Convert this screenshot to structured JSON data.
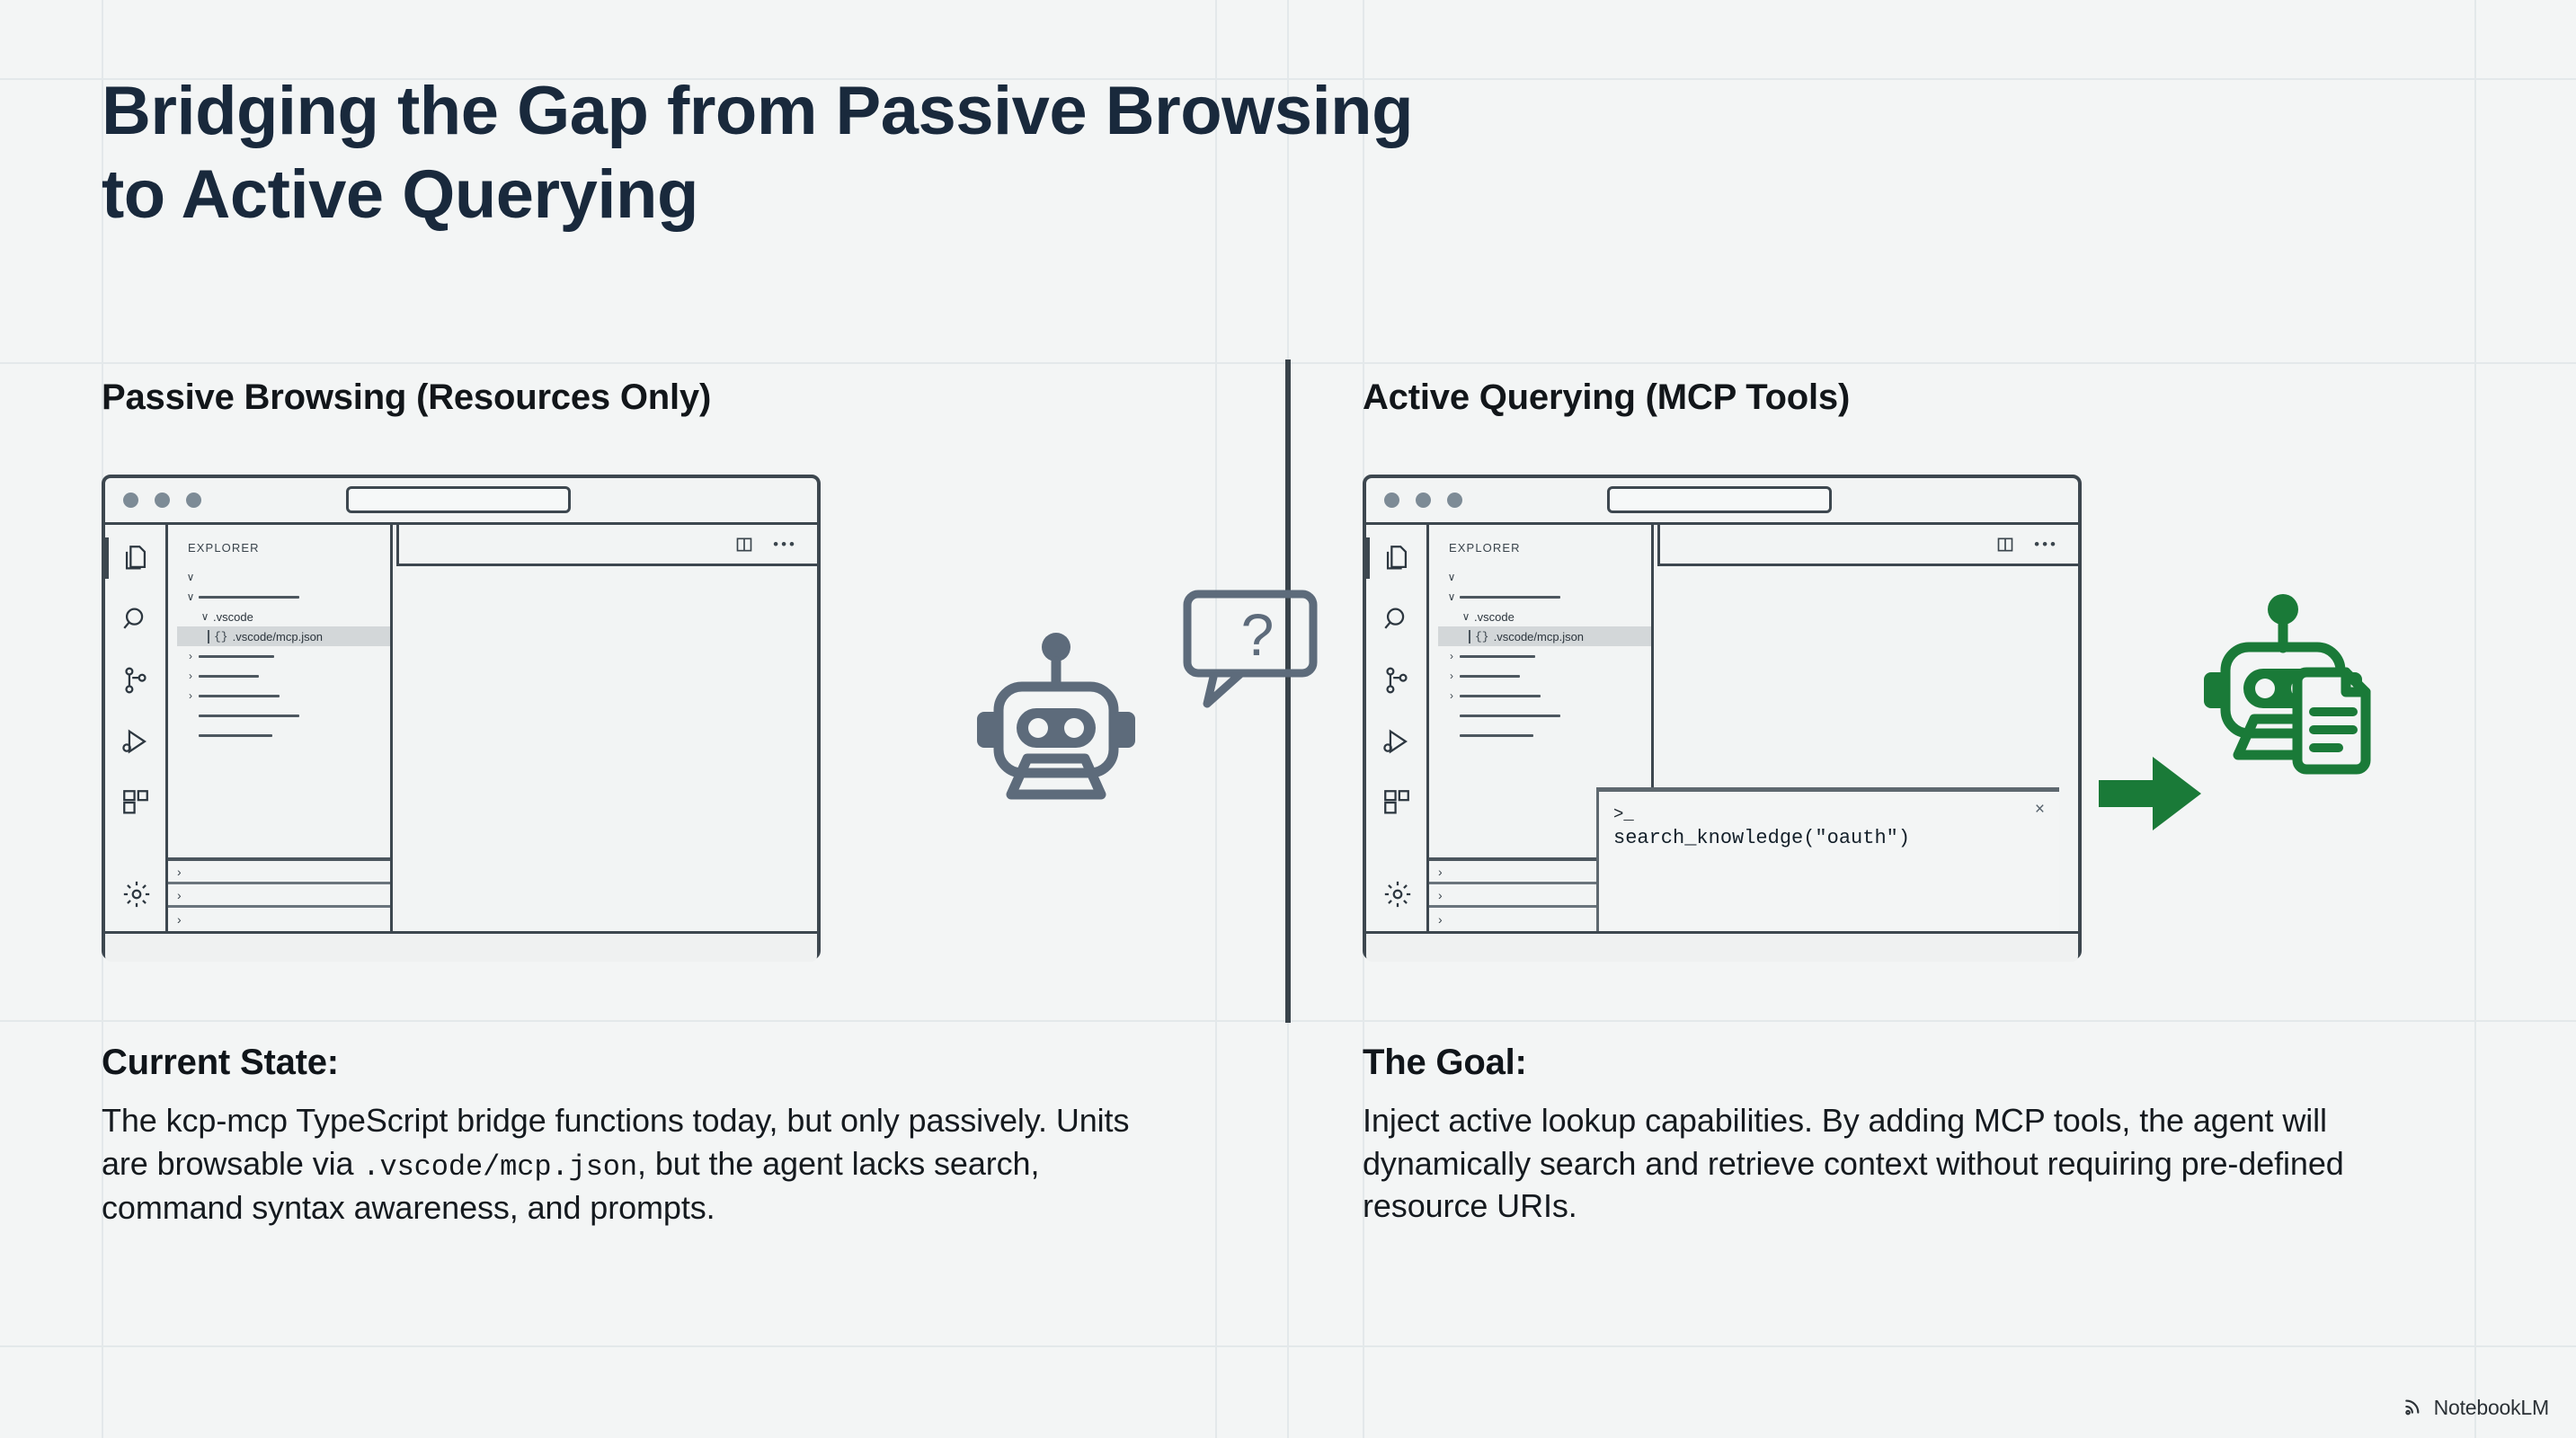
{
  "slide": {
    "title_line1": "Bridging the Gap from Passive Browsing",
    "title_line2": "to Active Querying"
  },
  "columns": {
    "left": {
      "heading": "Passive Browsing (Resources Only)",
      "body_heading": "Current State:",
      "body_text_part1": "The kcp-mcp TypeScript bridge functions today, but only passively. Units are browsable via ",
      "body_code": ".vscode/mcp.json",
      "body_text_part2": ", but the agent lacks search, command syntax awareness, and prompts."
    },
    "right": {
      "heading": "Active Querying (MCP Tools)",
      "body_heading": "The Goal:",
      "body_text": "Inject active lookup capabilities. By adding MCP tools, the agent will dynamically search and retrieve context without requiring pre-defined resource URIs."
    }
  },
  "vscode": {
    "explorer_title": "EXPLORER",
    "tree": {
      "root_chevron": "∨",
      "folder_chevron": "∨",
      "collapsed_chevron": "›",
      "vscode_folder": ".vscode",
      "selected_file": ".vscode/mcp.json",
      "json_glyph": "{}"
    },
    "mini_rows": [
      "›",
      "›",
      "›"
    ],
    "activity_icons": [
      "files-icon",
      "search-icon",
      "source-control-icon",
      "run-and-debug-icon",
      "extensions-icon",
      "settings-gear-icon"
    ],
    "tab_icons": [
      "split-editor-icon",
      "more-actions-icon"
    ],
    "ellipsis": "•••"
  },
  "terminal": {
    "prompt": ">_",
    "command": "search_knowledge(\"oauth\")",
    "close_label": "×"
  },
  "illustrations": {
    "speech_bubble_text": "?",
    "gray_color": "#5d6b7b",
    "green_color": "#1a7a38"
  },
  "watermark": {
    "label": "NotebookLM"
  }
}
